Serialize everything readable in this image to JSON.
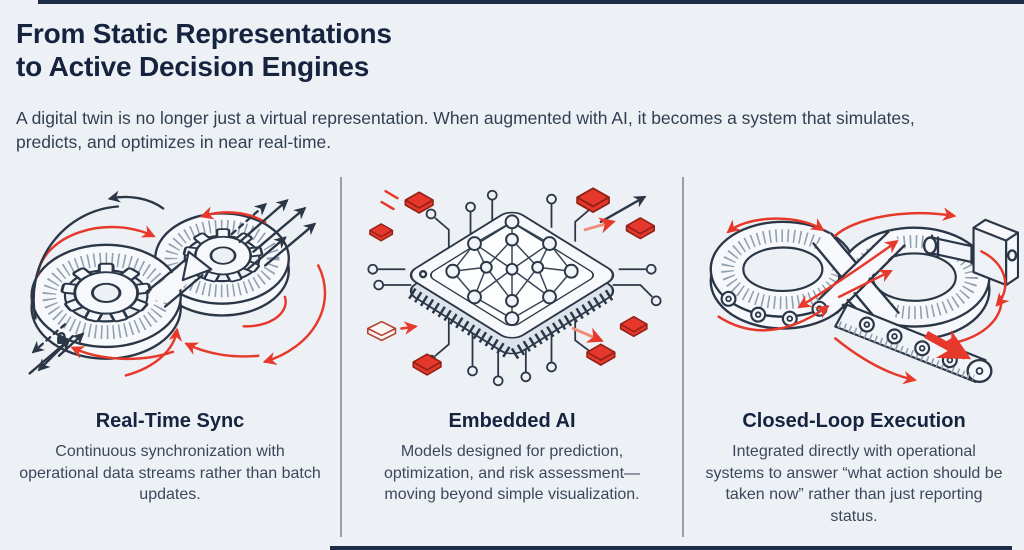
{
  "palette": {
    "background": "#edf1f6",
    "heading": "#15233f",
    "body_text": "#3c485a",
    "line_art_ink": "#2b3646",
    "accent_red": "#e6392c",
    "rule_navy": "#1e2c4a"
  },
  "header": {
    "title_line1": "From Static Representations",
    "title_line2": "to Active Decision Engines",
    "subtitle": "A digital twin is no longer just a virtual representation. When augmented with AI, it becomes a system that simulates, predicts, and optimizes in near real-time."
  },
  "columns": [
    {
      "title": "Real-Time Sync",
      "description": "Continuous synchronization with operational data streams rather than batch updates.",
      "illustration": "sync-gears-illustration"
    },
    {
      "title": "Embedded AI",
      "description": "Models designed for prediction, optimization, and risk assessment—moving beyond simple visualization.",
      "illustration": "ai-chip-illustration"
    },
    {
      "title": "Closed-Loop Execution",
      "description": "Integrated directly with operational systems to answer “what action should be taken now” rather than just reporting status.",
      "illustration": "infinity-belt-illustration"
    }
  ]
}
